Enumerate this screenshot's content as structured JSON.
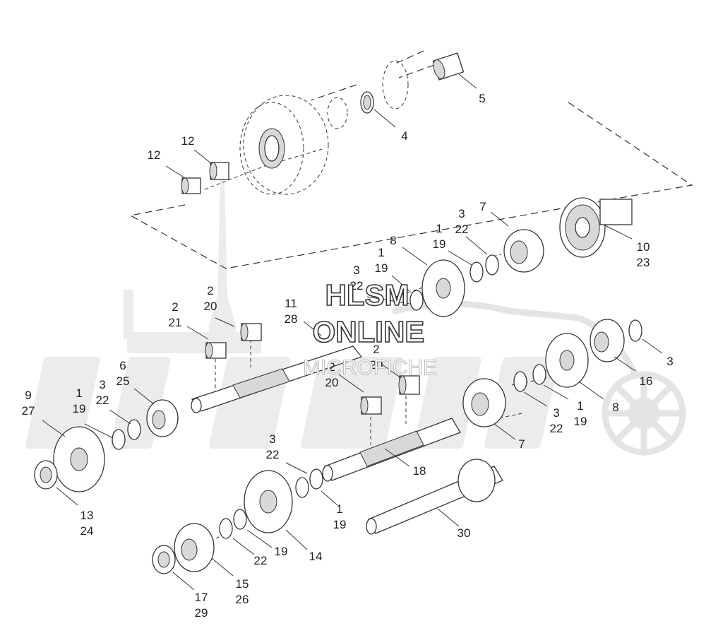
{
  "watermark": {
    "line1": "HLSM",
    "line2": "ONLINE",
    "line3": "MICROFICHE"
  },
  "callouts": [
    {
      "id": "c5",
      "lines": [
        "5"
      ]
    },
    {
      "id": "c4",
      "lines": [
        "4"
      ]
    },
    {
      "id": "c12a",
      "lines": [
        "12"
      ]
    },
    {
      "id": "c12b",
      "lines": [
        "12"
      ]
    },
    {
      "id": "c7a",
      "lines": [
        "7"
      ]
    },
    {
      "id": "c3-22a",
      "lines": [
        "3",
        "22"
      ]
    },
    {
      "id": "c1-19a",
      "lines": [
        "1",
        "19"
      ]
    },
    {
      "id": "c8a",
      "lines": [
        "8"
      ]
    },
    {
      "id": "c1-19b",
      "lines": [
        "1",
        "19"
      ]
    },
    {
      "id": "c3-22b",
      "lines": [
        "3",
        "22"
      ]
    },
    {
      "id": "c10-23",
      "lines": [
        "10",
        "23"
      ]
    },
    {
      "id": "c2-20a",
      "lines": [
        "2",
        "20"
      ]
    },
    {
      "id": "c2-21",
      "lines": [
        "2",
        "21"
      ]
    },
    {
      "id": "c11-28",
      "lines": [
        "11",
        "28"
      ]
    },
    {
      "id": "c6-25",
      "lines": [
        "6",
        "25"
      ]
    },
    {
      "id": "c2-20b",
      "lines": [
        "2",
        "20"
      ]
    },
    {
      "id": "c2-20c",
      "lines": [
        "2",
        "20"
      ]
    },
    {
      "id": "c3",
      "lines": [
        "3"
      ]
    },
    {
      "id": "c16",
      "lines": [
        "16"
      ]
    },
    {
      "id": "c9-27",
      "lines": [
        "9",
        "27"
      ]
    },
    {
      "id": "c1-19c",
      "lines": [
        "1",
        "19"
      ]
    },
    {
      "id": "c3-22c",
      "lines": [
        "3",
        "22"
      ]
    },
    {
      "id": "c8b",
      "lines": [
        "8"
      ]
    },
    {
      "id": "c1-19d",
      "lines": [
        "1",
        "19"
      ]
    },
    {
      "id": "c3-22d",
      "lines": [
        "3",
        "22"
      ]
    },
    {
      "id": "c7b",
      "lines": [
        "7"
      ]
    },
    {
      "id": "c18",
      "lines": [
        "18"
      ]
    },
    {
      "id": "c3-22e",
      "lines": [
        "3",
        "22"
      ]
    },
    {
      "id": "c13-24",
      "lines": [
        "13",
        "24"
      ]
    },
    {
      "id": "c1-19e",
      "lines": [
        "1",
        "19"
      ]
    },
    {
      "id": "c30",
      "lines": [
        "30"
      ]
    },
    {
      "id": "c14",
      "lines": [
        "14"
      ]
    },
    {
      "id": "c19",
      "lines": [
        "19"
      ]
    },
    {
      "id": "c22",
      "lines": [
        "22"
      ]
    },
    {
      "id": "c15-26",
      "lines": [
        "15",
        "26"
      ]
    },
    {
      "id": "c17-29",
      "lines": [
        "17",
        "29"
      ]
    }
  ]
}
